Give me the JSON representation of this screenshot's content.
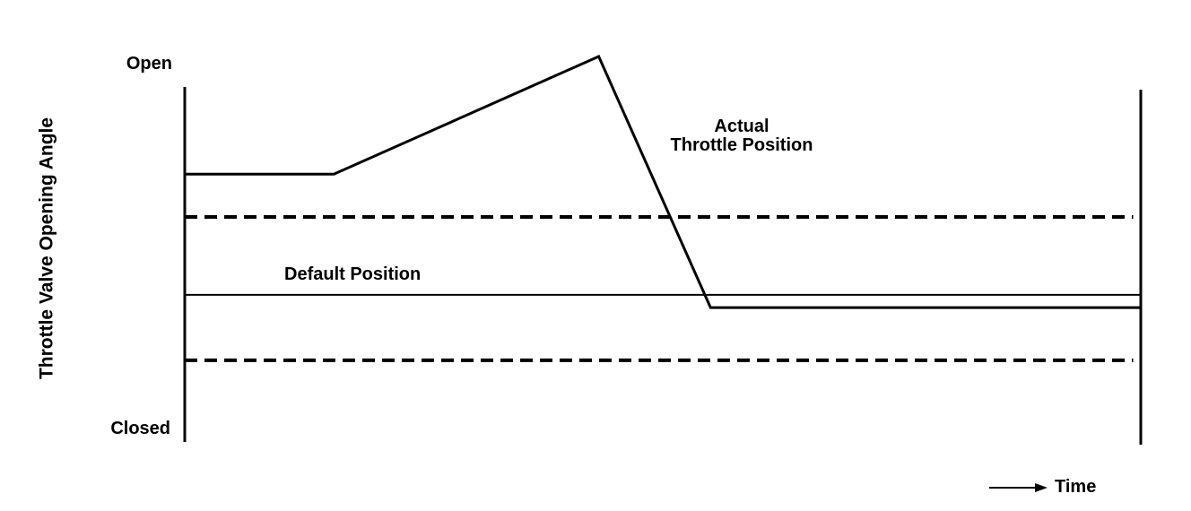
{
  "figure": {
    "background_color": "#ffffff",
    "ink_color": "#000000",
    "y_axis_title": "Throttle Valve Opening Angle",
    "y_top_tick_label": "Open",
    "y_bottom_tick_label": "Closed",
    "x_axis_label": "Time",
    "annotations": {
      "actual_line_label": "Actual\nThrottle Position",
      "default_line_label": "Default Position"
    }
  },
  "chart_data": {
    "type": "line",
    "title": "",
    "xlabel": "Time",
    "ylabel": "Throttle Valve Opening Angle",
    "y_tick_labels": [
      "Open",
      "Closed"
    ],
    "x_tick_labels": [],
    "ylim": [
      0,
      1
    ],
    "xlim": [
      0,
      1
    ],
    "grid": false,
    "legend_position": "none",
    "axis_style": "left and right vertical rules only, no bottom axis",
    "series": [
      {
        "name": "Actual Throttle Position",
        "style": "solid",
        "stroke_width": 3,
        "points": [
          [
            0,
            0.754
          ],
          [
            0.156,
            0.754
          ],
          [
            0.433,
            1.086
          ],
          [
            0.55,
            0.377
          ],
          [
            1,
            0.377
          ]
        ],
        "description": "flat, ramps up past Open, drops steeply below Default Position, then flat"
      },
      {
        "name": "Default Position",
        "style": "solid",
        "stroke_width": 2,
        "points": [
          [
            0,
            0.413
          ],
          [
            1,
            0.413
          ]
        ]
      },
      {
        "name": "Upper dashed reference",
        "style": "dashed",
        "stroke_width": 4,
        "points": [
          [
            0,
            0.633
          ],
          [
            0.992,
            0.633
          ]
        ]
      },
      {
        "name": "Lower dashed reference",
        "style": "dashed",
        "stroke_width": 4,
        "points": [
          [
            0,
            0.228
          ],
          [
            0.992,
            0.228
          ]
        ]
      }
    ]
  }
}
